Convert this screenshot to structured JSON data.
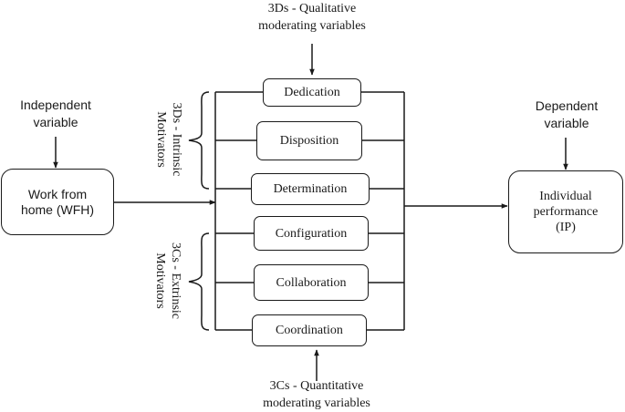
{
  "colors": {
    "stroke": "#1a1a1a",
    "background": "#ffffff"
  },
  "top_label": {
    "line1": "3Ds - Qualitative",
    "line2": "moderating variables"
  },
  "bottom_label": {
    "line1": "3Cs - Quantitative",
    "line2": "moderating variables"
  },
  "independent": {
    "label_line1": "Independent",
    "label_line2": "variable",
    "box_line1": "Work from",
    "box_line2": "home (WFH)"
  },
  "dependent": {
    "label_line1": "Dependent",
    "label_line2": "variable",
    "box_line1": "Individual",
    "box_line2": "performance",
    "box_line3": "(IP)"
  },
  "group_3ds": {
    "line1": "3Ds - Intrinsic",
    "line2": "Motivators"
  },
  "group_3cs": {
    "line1": "3Cs - Extrinsic",
    "line2": "Motivators"
  },
  "moderators": [
    {
      "label": "Dedication"
    },
    {
      "label": "Disposition"
    },
    {
      "label": "Determination"
    },
    {
      "label": "Configuration"
    },
    {
      "label": "Collaboration"
    },
    {
      "label": "Coordination"
    }
  ]
}
